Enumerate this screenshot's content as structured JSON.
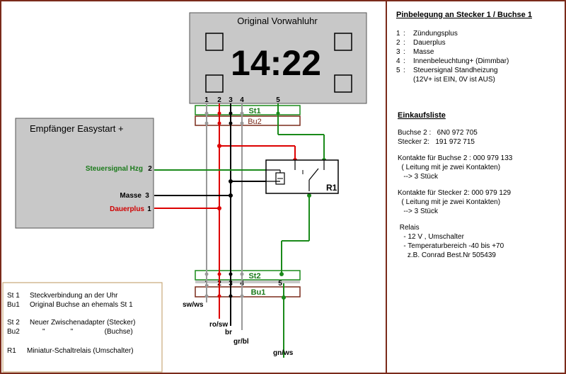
{
  "clock": {
    "title": "Original Vorwahluhr",
    "time": "14:22",
    "pins": [
      "1",
      "2",
      "3",
      "4",
      "5"
    ]
  },
  "connectors": {
    "st1": "St1",
    "bu2": "Bu2",
    "st2": "St2",
    "bu1": "Bu1",
    "bottom_pins": [
      "1",
      "2",
      "3",
      "4",
      "5"
    ]
  },
  "receiver": {
    "title": "Empfänger Easystart +",
    "pins": [
      {
        "label": "Steuersignal Hzg",
        "number": "2",
        "color": "#1a7a1a"
      },
      {
        "label": "Masse",
        "number": "3",
        "color": "#000000"
      },
      {
        "label": "Dauerplus",
        "number": "1",
        "color": "#d00000"
      }
    ]
  },
  "relay": {
    "label": "R1"
  },
  "wire_labels": {
    "sw_ws": "sw/ws",
    "ro_sw": "ro/sw",
    "br": "br",
    "gr_bl": "gr/bl",
    "gn_ws": "gn/ws"
  },
  "legend": [
    {
      "code": "St 1",
      "text": "Steckverbindung an der Uhr"
    },
    {
      "code": "Bu1",
      "text": "Original Buchse an ehemals St 1"
    },
    {
      "code": "St 2",
      "text": "Neuer Zwischenadapter (Stecker)"
    },
    {
      "code": "Bu2",
      "text": "\"             \"                (Buchse)"
    },
    {
      "code": "R1",
      "text": "Miniatur-Schaltrelais (Umschalter)"
    }
  ],
  "side_panel": {
    "pin_header": "Pinbelegung an Stecker 1 / Buchse 1",
    "pin_rows": [
      {
        "num": "1",
        "sep": ":",
        "text": "Zündungsplus"
      },
      {
        "num": "2",
        "sep": ":",
        "text": "Dauerplus"
      },
      {
        "num": "3",
        "sep": ":",
        "text": "Masse"
      },
      {
        "num": "4",
        "sep": ":",
        "text": "Innenbeleuchtung+ (Dimmbar)"
      },
      {
        "num": "5",
        "sep": ":",
        "text": "Steuersignal Standheizung"
      }
    ],
    "pin_note": "(12V+ ist EIN, 0V ist AUS)",
    "shop_header": "Einkaufsliste",
    "shop_lines": [
      "Buchse 2 :   6N0 972 705",
      "Stecker 2:   191 972 715",
      "",
      "Kontakte für Buchse 2 : 000 979 133",
      "  ( Leitung mit je zwei Kontakten)",
      "   --> 3 Stück",
      "",
      "Kontakte für Stecker 2: 000 979 129",
      "  ( Leitung mit je zwei Kontakten)",
      "   --> 3 Stück",
      "",
      " Relais",
      "   - 12 V , Umschalter",
      "   - Temperaturbereich -40 bis +70",
      "     z.B. Conrad Best.Nr 505439"
    ]
  },
  "colors": {
    "frame": "#7a2a1a",
    "green": "#1a8a1a",
    "red": "#dd0000",
    "gray": "#999999",
    "box_gray": "#c8c8c8"
  }
}
